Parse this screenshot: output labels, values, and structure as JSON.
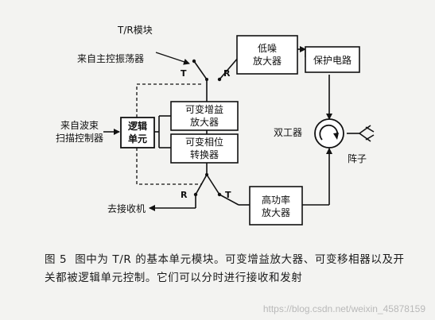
{
  "diagram": {
    "blocks": {
      "lna": [
        "低噪",
        "放大器"
      ],
      "protect": [
        "保护电路"
      ],
      "vga": [
        "可变增益",
        "放大器"
      ],
      "phase": [
        "可变相位",
        "转换器"
      ],
      "logic": [
        "逻辑",
        "单元"
      ],
      "hpa": [
        "高功率",
        "放大器"
      ]
    },
    "labels": {
      "tr_module": "T/R模块",
      "from_osc": "来自主控振荡器",
      "from_beam": [
        "来自波束",
        "扫描控制器"
      ],
      "to_rx": "去接收机",
      "duplexer": "双工器",
      "element": "阵子",
      "sw_top_t": "T",
      "sw_top_r": "R",
      "sw_bot_r": "R",
      "sw_bot_t": "T"
    }
  },
  "caption": {
    "num": "图 5",
    "text": "图中为 T/R 的基本单元模块。可变增益放大器、可变移相器以及开关都被逻辑单元控制。它们可以分时进行接收和发射"
  },
  "watermark": "https://blog.csdn.net/weixin_45878159"
}
